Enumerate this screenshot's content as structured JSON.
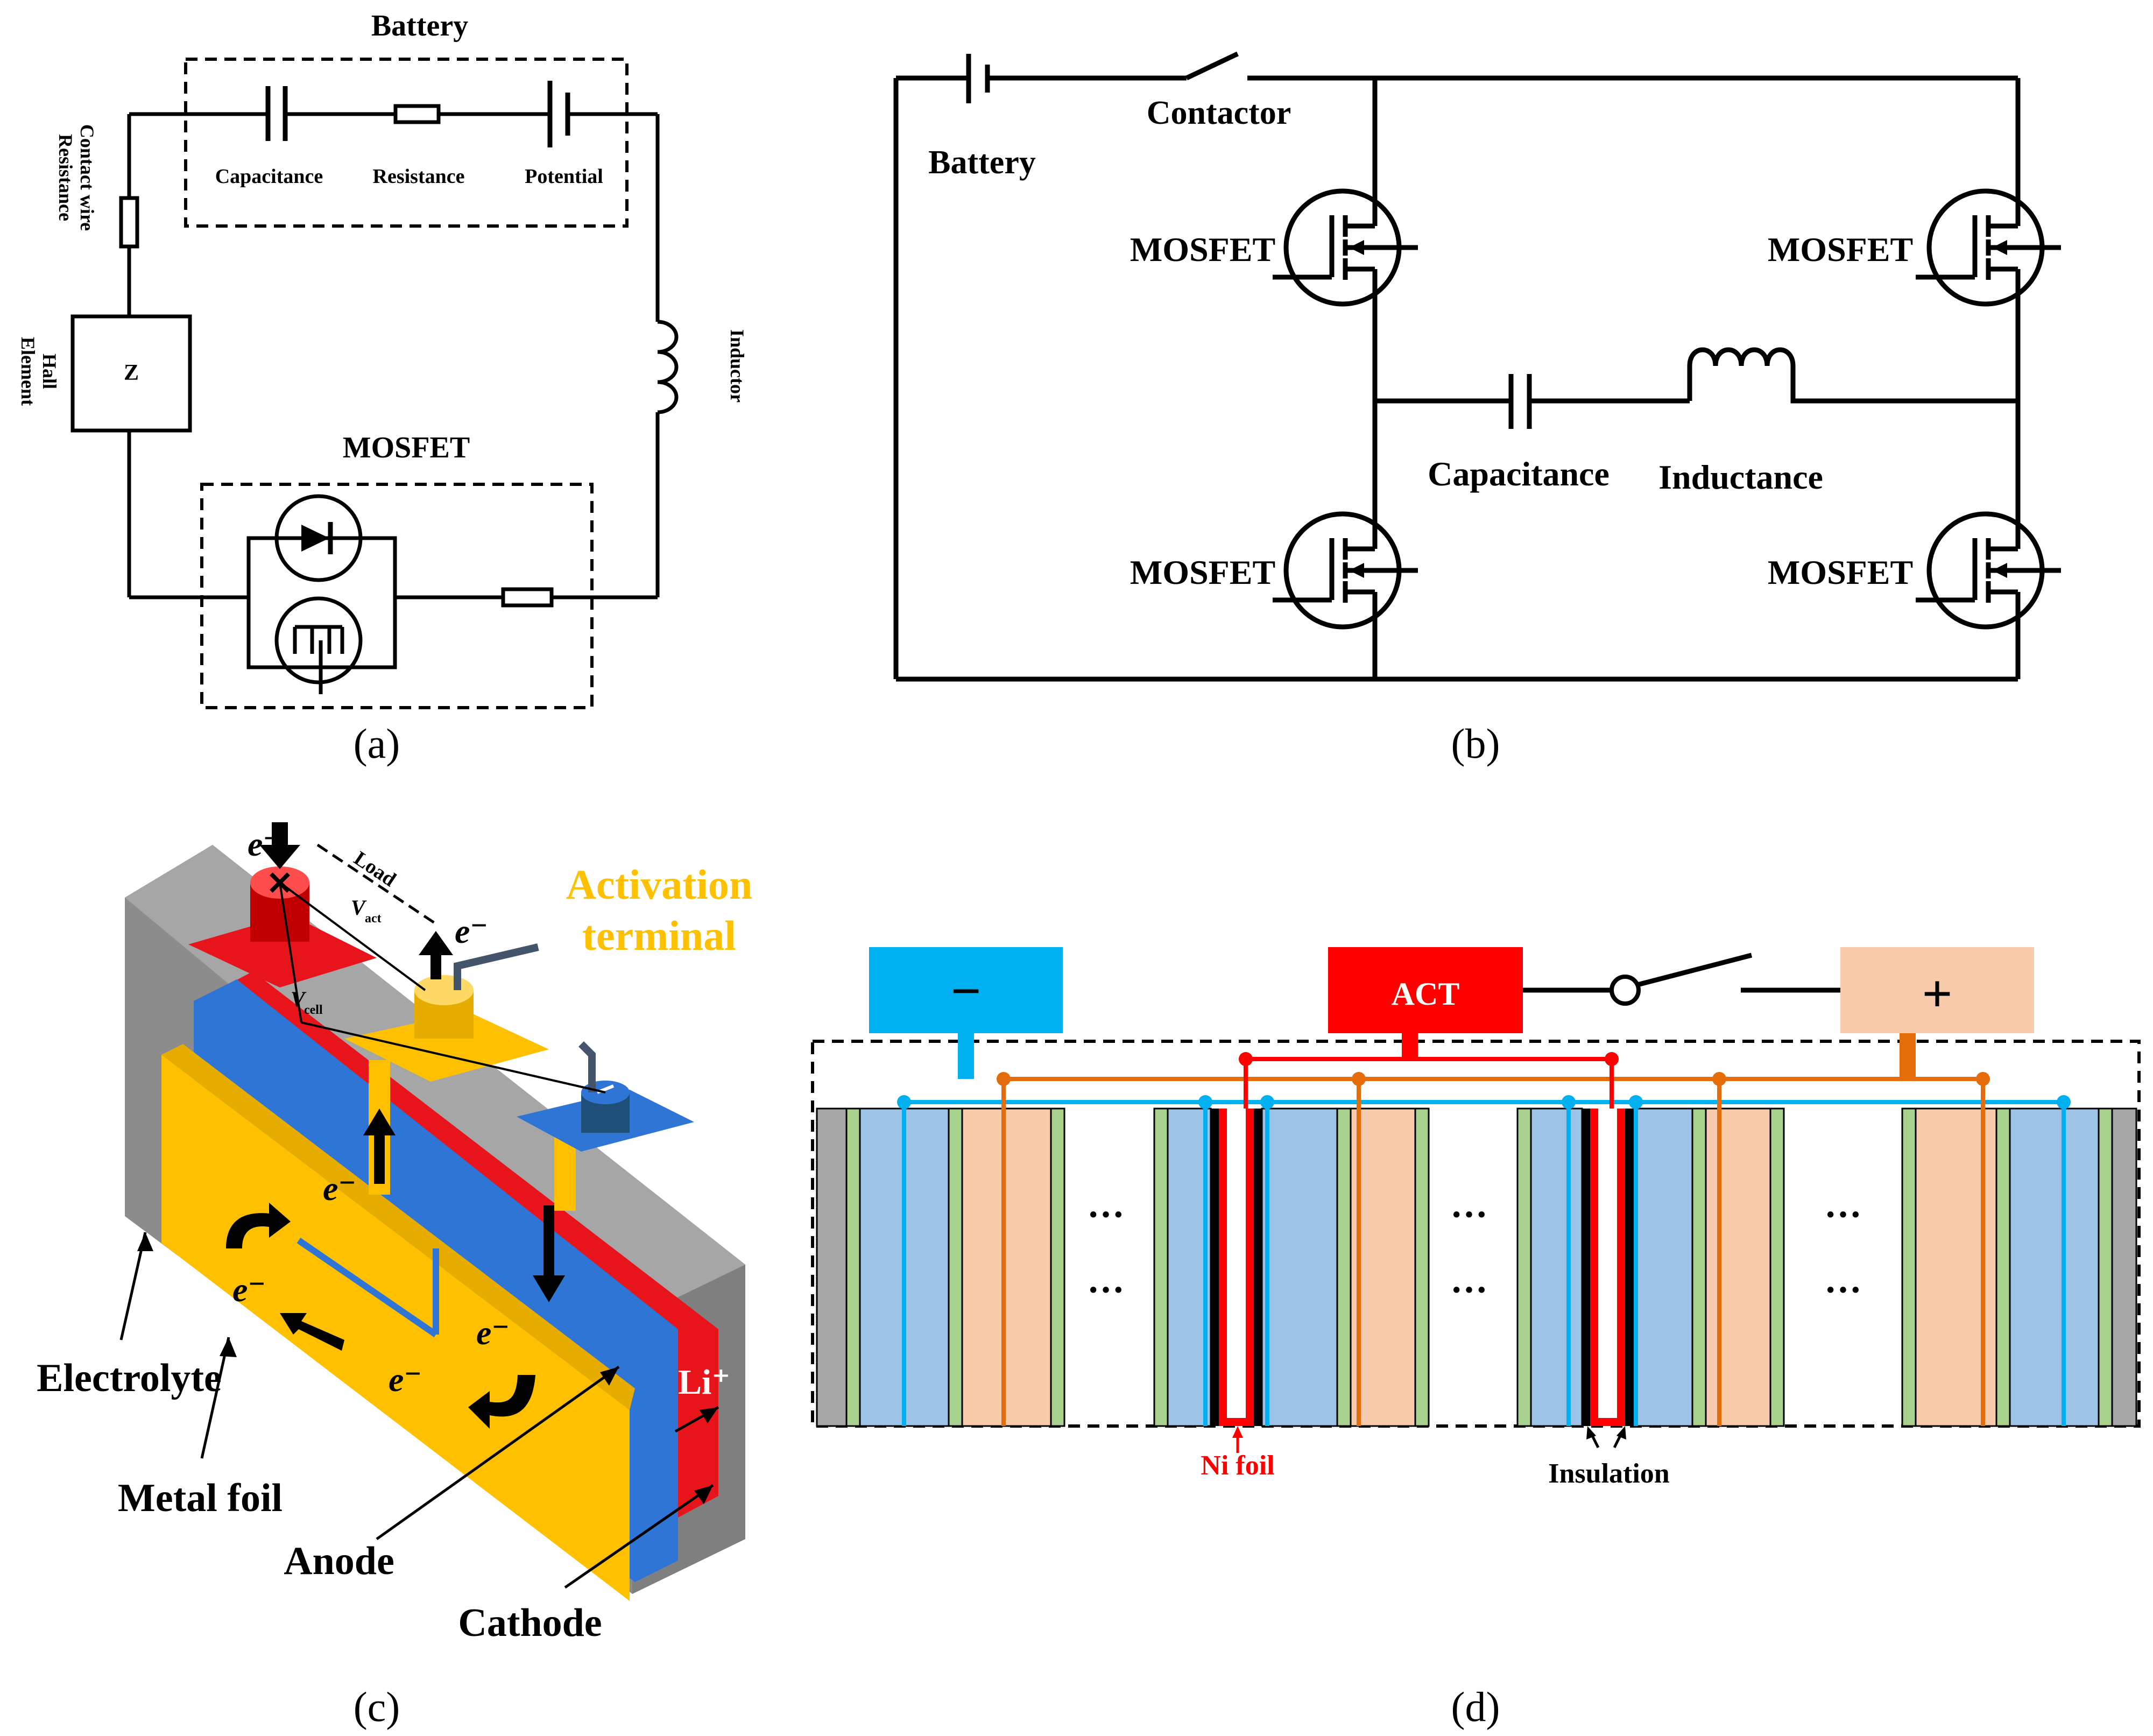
{
  "panel_a": {
    "caption": "(a)",
    "battery_label": "Battery",
    "capacitance_label": "Capacitance",
    "resistance_label": "Resistance",
    "potential_label": "Potential",
    "contact_wire_label_1": "Contact wire",
    "contact_wire_label_2": "Resistance",
    "hall_label_1": "Hall",
    "hall_label_2": "Element",
    "hall_box_text": "Z",
    "inductor_label": "Inductor",
    "mosfet_label": "MOSFET"
  },
  "panel_b": {
    "caption": "(b)",
    "battery_label": "Battery",
    "contactor_label": "Contactor",
    "mosfet_tl": "MOSFET",
    "mosfet_tr": "MOSFET",
    "mosfet_bl": "MOSFET",
    "mosfet_br": "MOSFET",
    "capacitance_label": "Capacitance",
    "inductance_label": "Inductance"
  },
  "panel_c": {
    "caption": "(c)",
    "activation_1": "Activation",
    "activation_2": "terminal",
    "electron_top_left": "e⁻",
    "electron_top_right": "e⁻",
    "load_label": "Load",
    "v_act_v": "V",
    "v_act_sub": "act",
    "v_cell_v": "V",
    "v_cell_sub": "cell",
    "electron_1": "e⁻",
    "electron_2": "e⁻",
    "electron_3": "e⁻",
    "electron_4": "e⁻",
    "li_label": "Li⁺",
    "electrolyte_label": "Electrolyte",
    "metal_foil_label": "Metal foil",
    "anode_label": "Anode",
    "cathode_label": "Cathode",
    "colors": {
      "yellow": "#FFC000",
      "blue": "#2E75D6",
      "red": "#E8141B",
      "gray": "#8C8C8C"
    }
  },
  "panel_d": {
    "caption": "(d)",
    "negative_label": "−",
    "act_label": "ACT",
    "positive_label": "+",
    "ellipsis": "···",
    "ni_foil_label": "Ni foil",
    "insulation_label": "Insulation",
    "colors": {
      "neg": "#00B0F0",
      "act": "#FF0000",
      "pos": "#F8CBAD",
      "orange": "#E46C0A"
    }
  }
}
